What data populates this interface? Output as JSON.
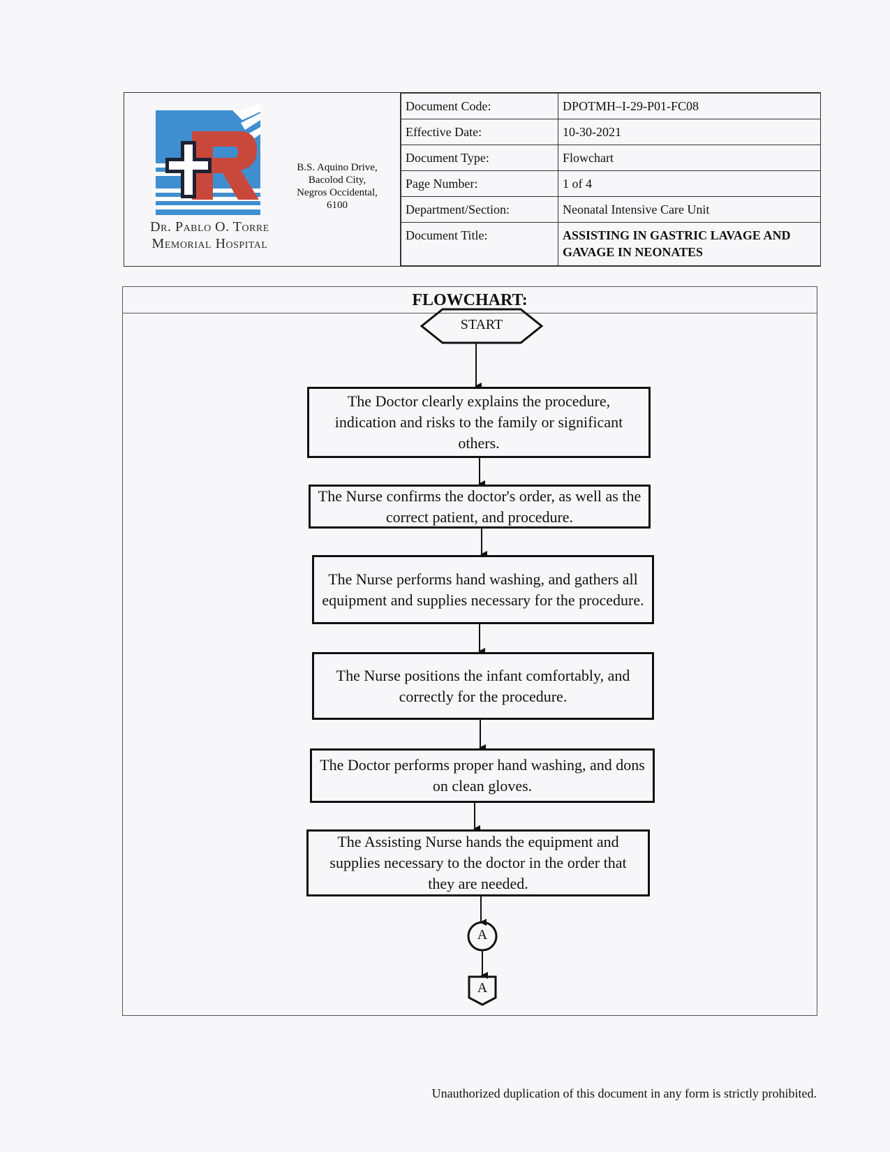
{
  "hospital": {
    "name_line1": "Dr. Pablo O. Torre",
    "name_line2": "Memorial Hospital",
    "address": [
      "B.S. Aquino Drive,",
      "Bacolod City,",
      "Negros Occidental,",
      "6100"
    ]
  },
  "doc_info": [
    {
      "label": "Document Code:",
      "value": "DPOTMH–I-29-P01-FC08"
    },
    {
      "label": "Effective Date:",
      "value": "10-30-2021"
    },
    {
      "label": "Document Type:",
      "value": "Flowchart"
    },
    {
      "label": "Page Number:",
      "value": "1 of 4"
    },
    {
      "label": "Department/Section:",
      "value": "Neonatal Intensive Care Unit"
    },
    {
      "label": "Document Title:",
      "value": "ASSISTING IN GASTRIC LAVAGE AND GAVAGE IN NEONATES"
    }
  ],
  "flowchart": {
    "heading": "FLOWCHART:",
    "start": "START",
    "steps": [
      "The Doctor clearly explains the procedure, indication and risks to the family or significant others.",
      "The Nurse confirms the doctor's order, as well as the correct patient, and procedure.",
      "The Nurse performs hand washing, and gathers all equipment and supplies necessary for the procedure.",
      "The Nurse positions the infant comfortably, and correctly for the procedure.",
      "The Doctor performs proper hand washing, and dons on clean gloves.",
      "The Assisting Nurse hands the equipment and supplies necessary to the doctor in the order that they are needed."
    ],
    "connector_on_page": "A",
    "connector_off_page": "A"
  },
  "footer": "Unauthorized duplication of this document in any form is strictly prohibited.",
  "colors": {
    "logo_blue": "#3f8fd0",
    "logo_red": "#c9483c",
    "logo_dark": "#1d2233"
  }
}
